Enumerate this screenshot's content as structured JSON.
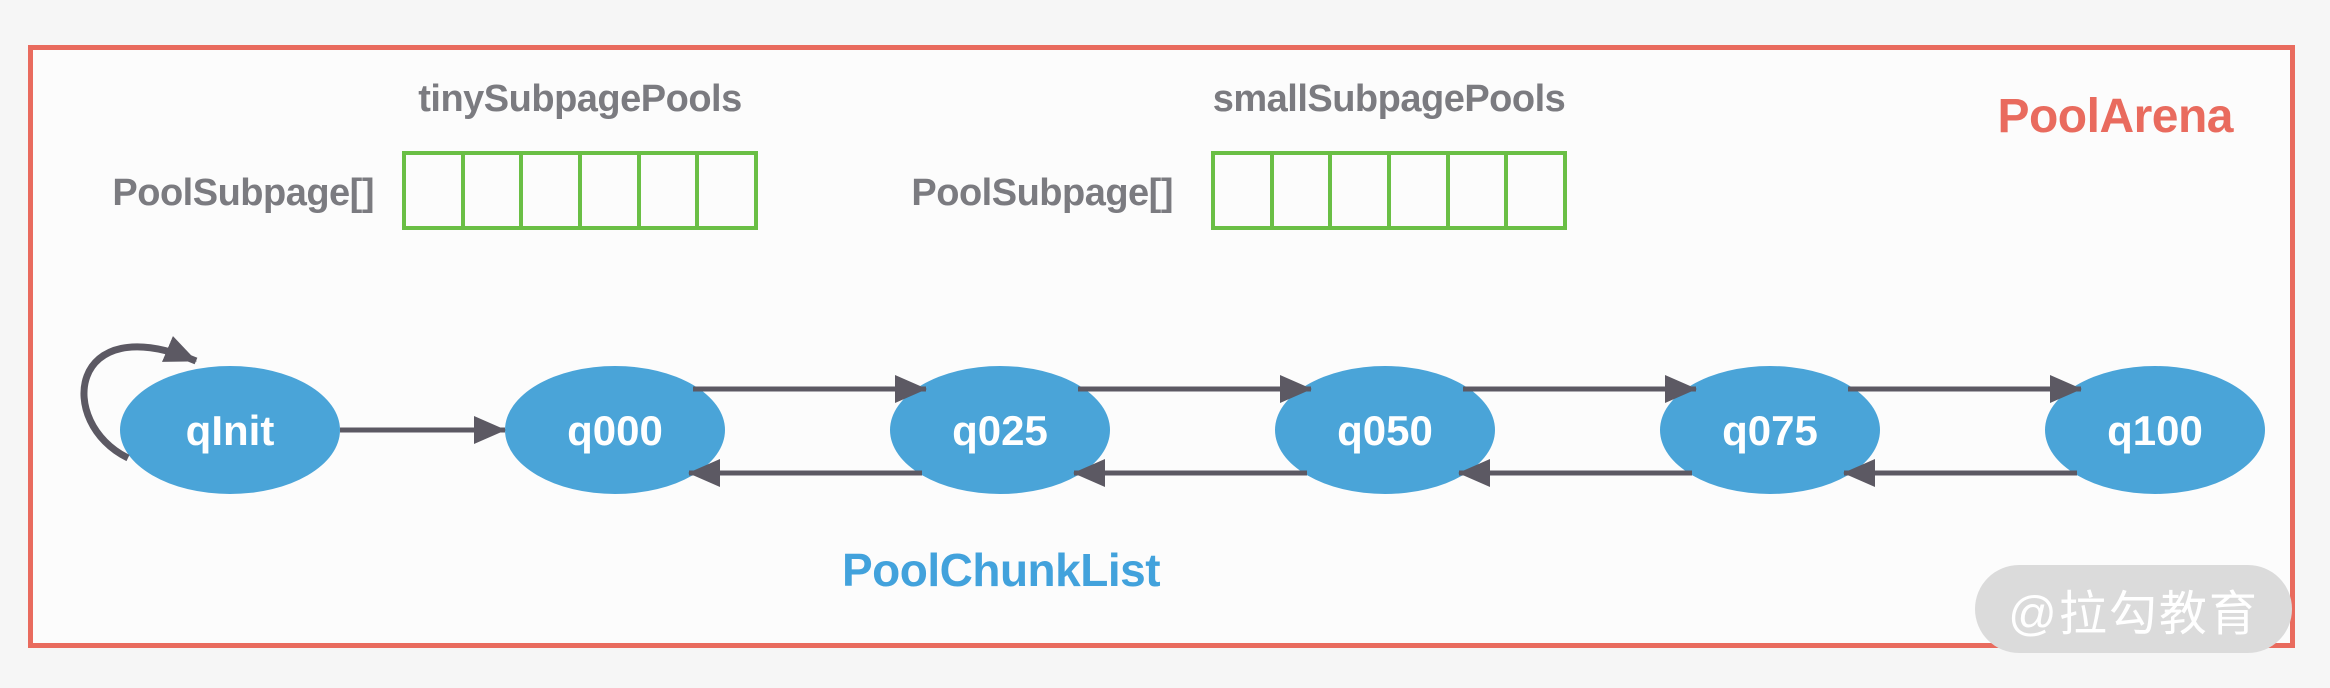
{
  "title": "PoolArena",
  "colors": {
    "accent": "#e96b5e",
    "green": "#6abf45",
    "node_blue": "#4aa4d8",
    "link_blue": "#42a2dc",
    "arrow_gray": "#5c5963",
    "label_gray": "#7b7b80",
    "page_bg": "#f6f6f6",
    "frame_bg": "#fcfcfc",
    "node_text": "#ffffff",
    "watermark_bg": "#dbdbdb",
    "watermark_text": "#ffffff"
  },
  "subpage_groups": [
    {
      "header": "tinySubpagePools",
      "label": "PoolSubpage[]",
      "cell_count": 6
    },
    {
      "header": "smallSubpagePools",
      "label": "PoolSubpage[]",
      "cell_count": 6
    }
  ],
  "chunk_list": {
    "label": "PoolChunkList",
    "nodes": [
      {
        "label": "qInit"
      },
      {
        "label": "q000"
      },
      {
        "label": "q025"
      },
      {
        "label": "q050"
      },
      {
        "label": "q075"
      },
      {
        "label": "q100"
      }
    ]
  },
  "watermark": {
    "text": "@拉勾教育"
  }
}
